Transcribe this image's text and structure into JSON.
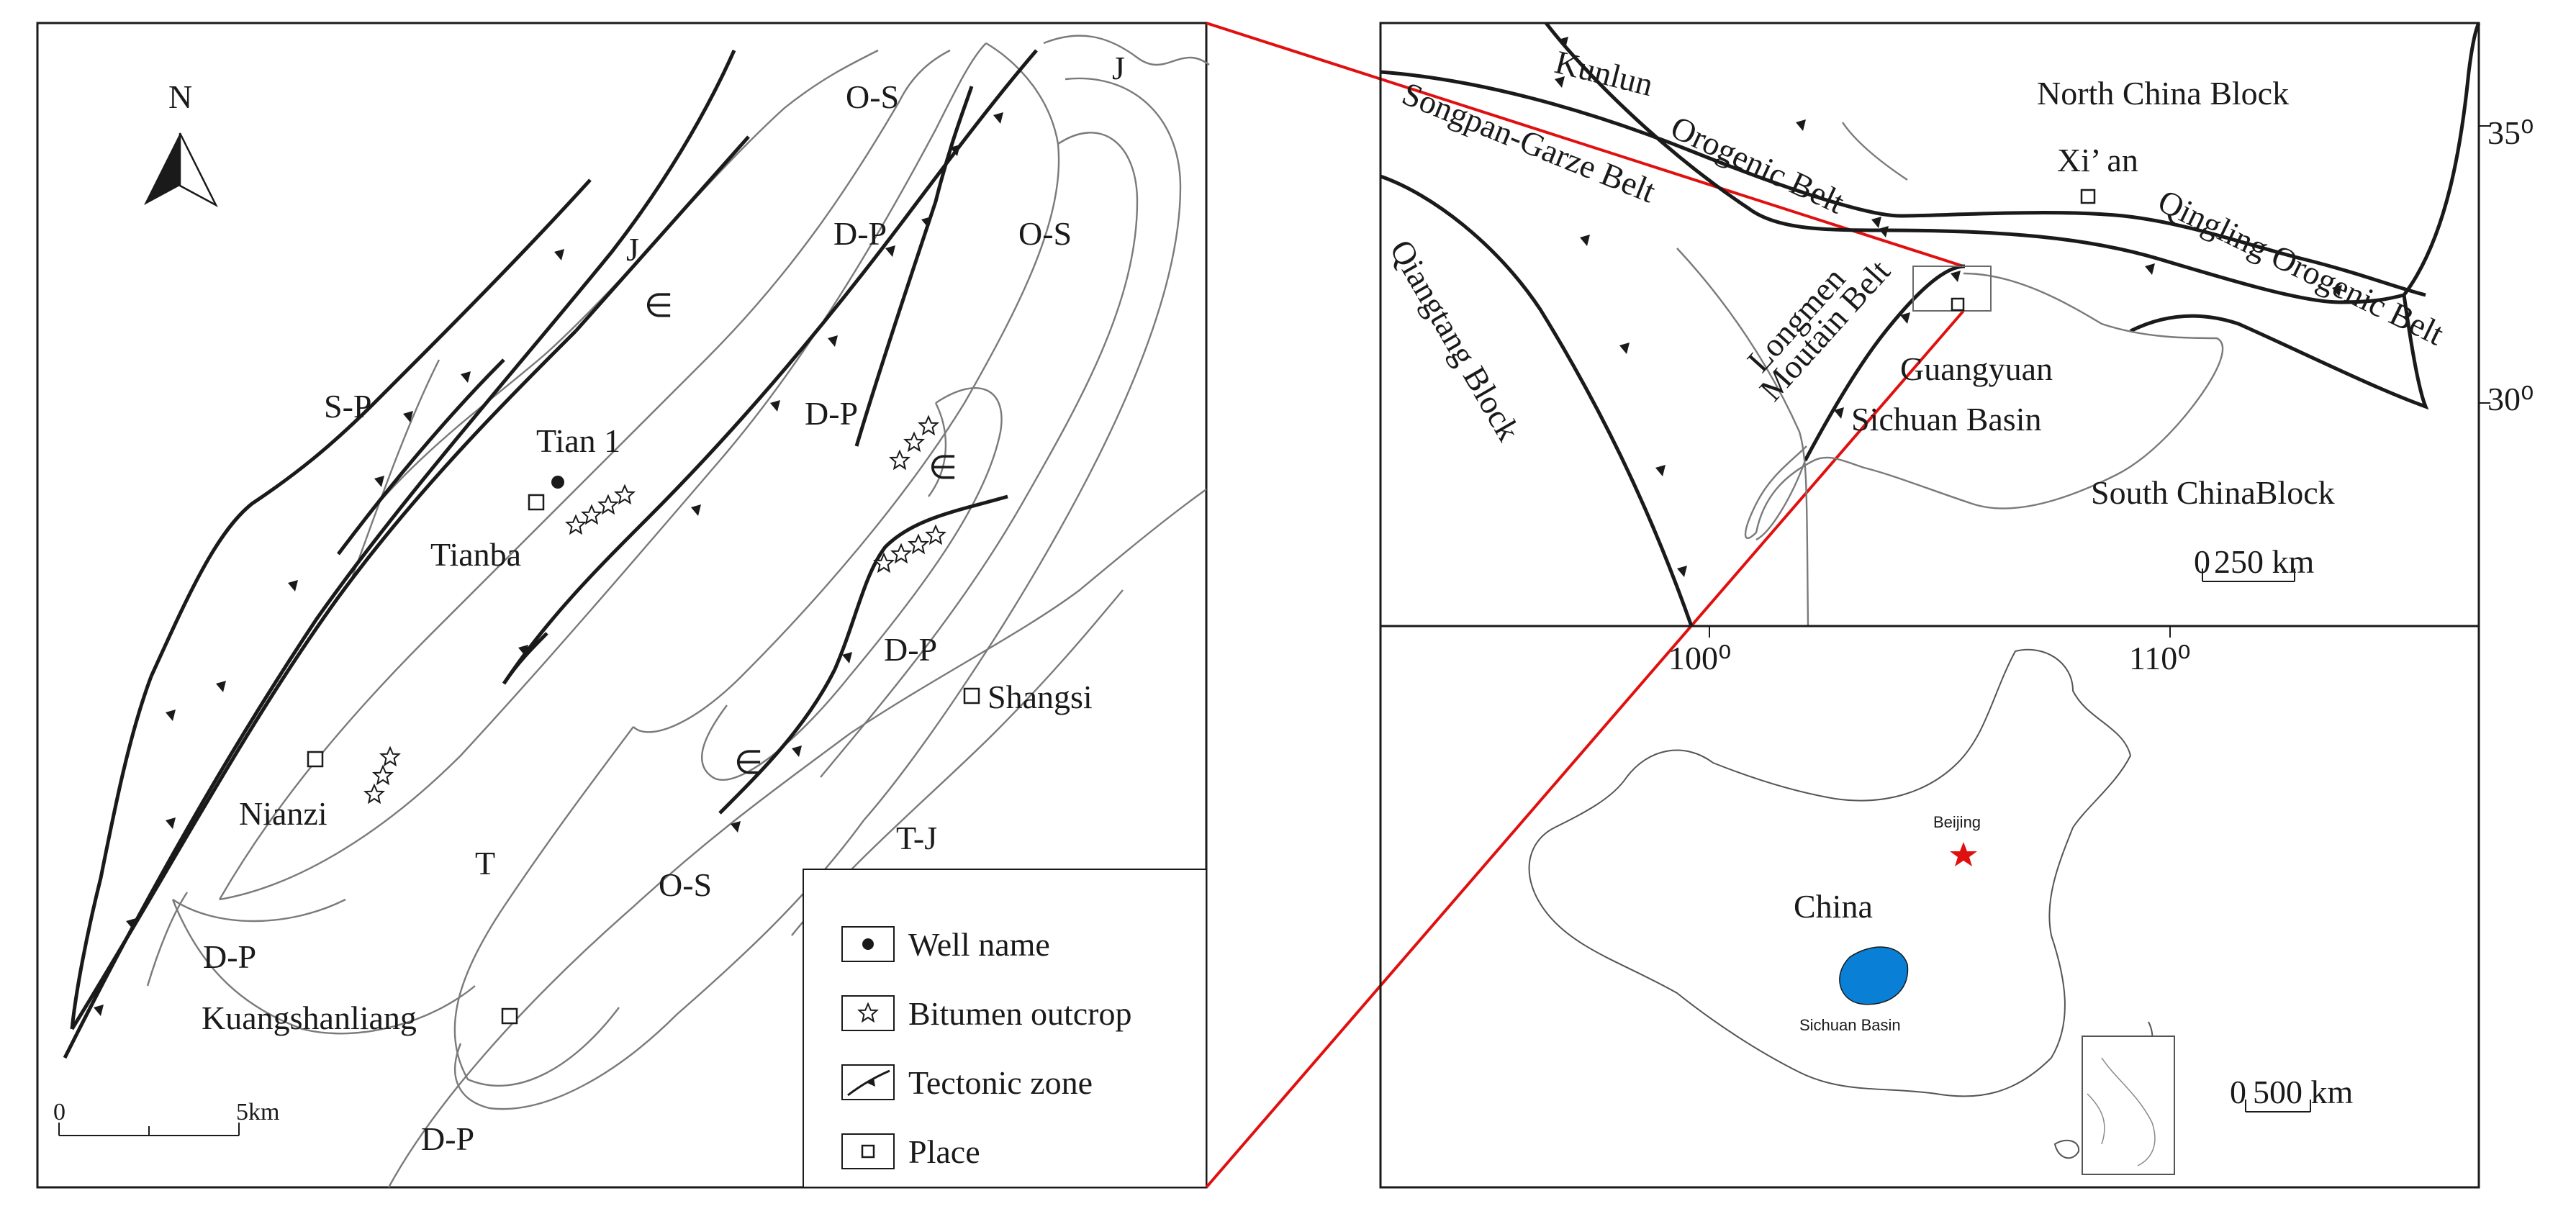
{
  "left_map": {
    "north_label": "N",
    "units": {
      "J_1": "J",
      "J_2": "J",
      "OS_1": "O-S",
      "OS_2": "O-S",
      "OS_3": "O-S",
      "DP_1": "D-P",
      "DP_2": "D-P",
      "DP_3": "D-P",
      "DP_4": "D-P",
      "DP_5": "D-P",
      "SP": "S-P",
      "T": "T",
      "TJ": "T-J",
      "cambrian_1": "∈",
      "cambrian_2": "∈",
      "cambrian_3": "∈"
    },
    "places": {
      "tianba": "Tianba",
      "nianzi": "Nianzi",
      "shangsi": "Shangsi",
      "kuangshanliang": "Kuangshanliang"
    },
    "well": "Tian 1",
    "scale": {
      "zero": "0",
      "end": "5km"
    },
    "legend": [
      {
        "symbol": "dot-icon",
        "label": "Well name"
      },
      {
        "symbol": "star-icon",
        "label": "Bitumen outcrop"
      },
      {
        "symbol": "fault-icon",
        "label": "Tectonic zone"
      },
      {
        "symbol": "square-icon",
        "label": "Place"
      }
    ]
  },
  "regional_map": {
    "labels": {
      "kunlun": "Kunlun",
      "orogenic_belt": "Orogenic Belt",
      "north_china": "North China Block",
      "xian": "Xi’ an",
      "songpan": "Songpan-Garze Belt",
      "qinling": "Qingling Orogenic Belt",
      "longmen_1": "Longmen",
      "longmen_2": "Moutain Belt",
      "guangyuan": "Guangyuan",
      "sichuan_basin": "Sichuan Basin",
      "qiangtang": "Qiangtang Block",
      "south_china": "South ChinaBlock"
    },
    "lat_ticks": [
      "35⁰",
      "30⁰"
    ],
    "lon_ticks": [
      "100⁰",
      "110⁰"
    ],
    "scale": {
      "zero": "0",
      "end": "250 km"
    }
  },
  "china_map": {
    "country": "China",
    "capital": "Beijing",
    "basin": "Sichuan Basin",
    "scale": {
      "zero": "0",
      "end": "500 km"
    },
    "colors": {
      "basin": "#0a7fd6",
      "capital": "#e01010"
    }
  },
  "colors": {
    "connector": "#e01010"
  }
}
